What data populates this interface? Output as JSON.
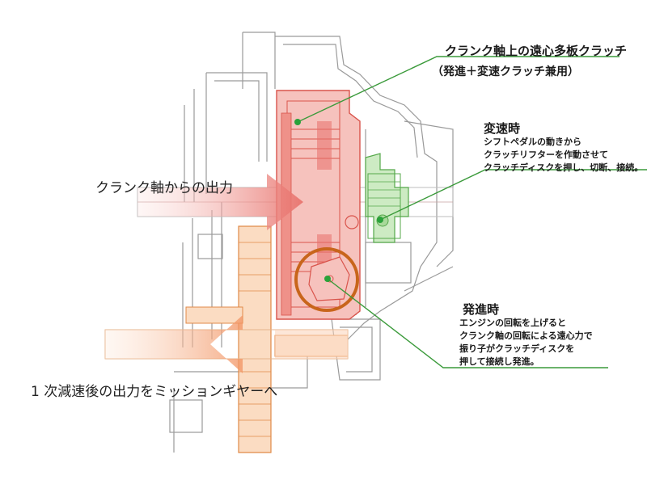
{
  "labels": {
    "crank_input": "クランク軸からの出力",
    "reduction_output": "1 次減速後の出力をミッションギヤーへ"
  },
  "callouts": {
    "centrifugal_clutch": {
      "title": "クランク軸上の遠心多板クラッチ",
      "subtitle": "（発進＋変速クラッチ兼用）"
    },
    "shifting": {
      "title": "変速時",
      "lines": [
        "シフトペダルの動きから",
        "クラッチリフターを作動させて",
        "クラッチディスクを押し、切断、接続。"
      ]
    },
    "starting": {
      "title": "発進時",
      "lines": [
        "エンジンの回転を上げると",
        "クランク軸の回転による遠心力で",
        "振り子がクラッチディスクを",
        "押して接続し発進。"
      ]
    }
  },
  "colors": {
    "callout_line": "#3a9a3a",
    "marker_dot": "#2aa23a",
    "clutch_red": "#e8706a",
    "clutch_red_light": "#f6c2bd",
    "lifter_green": "#a8d99a",
    "gear_orange": "#f4b07a",
    "gear_orange_light": "#fbdcc2",
    "highlight_ring": "#c8651b",
    "outline_gray": "#9a9a9a"
  }
}
